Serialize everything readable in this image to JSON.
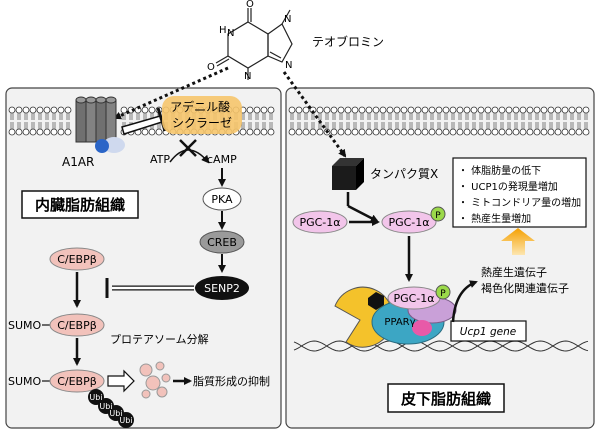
{
  "molecule": {
    "name": "テオブロミン",
    "atoms": {
      "o_top": "O",
      "o_left": "O",
      "n_top": "N",
      "n_imid_top": "N",
      "n_imid_bot": "N",
      "n_ring_bot": "N",
      "h": "H"
    }
  },
  "left_panel": {
    "receptor": "A1AR",
    "enzyme": "アデニル酸\nシクラーゼ",
    "atp": "ATP",
    "camp": "cAMP",
    "pka": "PKA",
    "creb": "CREB",
    "senp2": "SENP2",
    "tissue": "内臓脂肪組織",
    "cebp": "C/EBPβ",
    "sumo": "SUMO",
    "proteasome": "プロテアソーム分解",
    "ubi": "Ubi",
    "outcome": "脂質形成の抑制"
  },
  "right_panel": {
    "protein_x": "タンパク質X",
    "pgc": "PGC-1α",
    "p": "P",
    "ppar": "PPARγ",
    "gene_box": "Ucp1 gene",
    "effects": [
      "・ 体脂肪量の低下",
      "・ UCP1の発現量増加",
      "・ ミトコンドリア量の増加",
      "・ 熱産生量増加"
    ],
    "genes_line1": "熱産生遺伝子",
    "genes_line2": "褐色化関連遺伝子",
    "tissue": "皮下脂肪組織"
  },
  "colors": {
    "panel_bg": "#f2f2f2",
    "enzyme": "#f6c56c",
    "cebp": "#f2c2bb",
    "pgc": "#f2c5ea",
    "phospho": "#9bd94a",
    "creb": "#9a9a9a",
    "senp2": "#111111",
    "ppar": "#3ca6c4",
    "yellow_protein": "#f4c22b",
    "orange_arrow": "#f5a000",
    "receptor": "#707070",
    "receptor_dot": "#2b65c7"
  }
}
